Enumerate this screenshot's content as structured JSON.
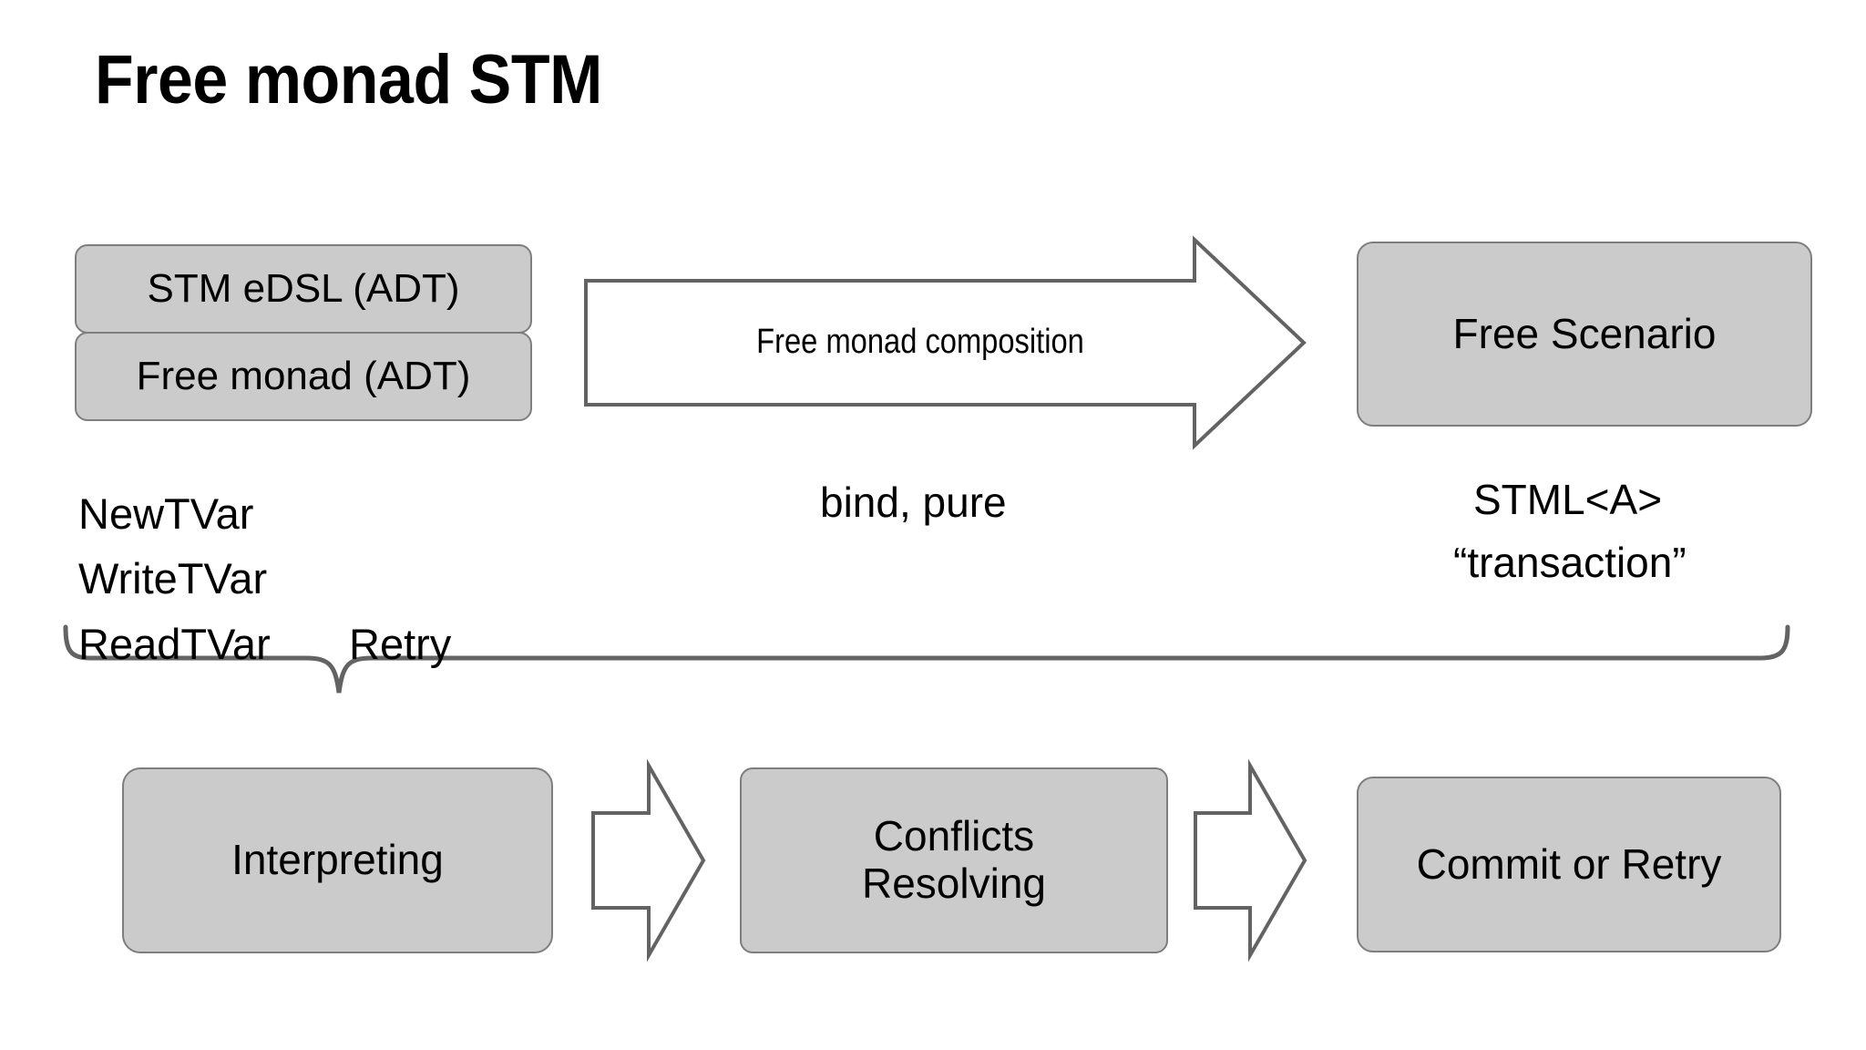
{
  "slide": {
    "title": "Free monad STM",
    "background_color": "#ffffff",
    "box_fill_color": "#cbcbcb",
    "box_border_color": "#7e7e7e",
    "arrow_stroke_color": "#636363",
    "text_color": "#000000"
  },
  "top_row": {
    "left_stack": [
      {
        "label": "STM eDSL (ADT)",
        "name": "stm-edsl-box"
      },
      {
        "label": "Free monad (ADT)",
        "name": "free-monad-box"
      }
    ],
    "arrow": {
      "label": "Free monad composition",
      "direction": "right",
      "style": "outlined-block-arrow"
    },
    "right_box": {
      "label": "Free Scenario",
      "name": "free-scenario-box"
    }
  },
  "annotations": {
    "left_terms": [
      "NewTVar",
      "WriteTVar",
      "ReadTVar"
    ],
    "left_extra_term": "Retry",
    "middle_term": "bind, pure",
    "right_type": "STML<A>",
    "right_quote": "“transaction”"
  },
  "brace": {
    "name": "curly-brace-connector",
    "orientation": "down",
    "spans_from": "ReadTVar / Retry terms",
    "spans_to": "STML<A> transaction"
  },
  "bottom_row": {
    "steps": [
      {
        "label": "Interpreting",
        "name": "interpreting-box",
        "lines": [
          "Interpreting"
        ]
      },
      {
        "label": "Conflicts Resolving",
        "name": "conflicts-resolving-box",
        "lines": [
          "Conflicts",
          "Resolving"
        ]
      },
      {
        "label": "Commit or Retry",
        "name": "commit-or-retry-box",
        "lines": [
          "Commit or Retry"
        ]
      }
    ],
    "connectors": [
      {
        "name": "bottom-arrow-1",
        "direction": "right"
      },
      {
        "name": "bottom-arrow-2",
        "direction": "right"
      }
    ]
  }
}
